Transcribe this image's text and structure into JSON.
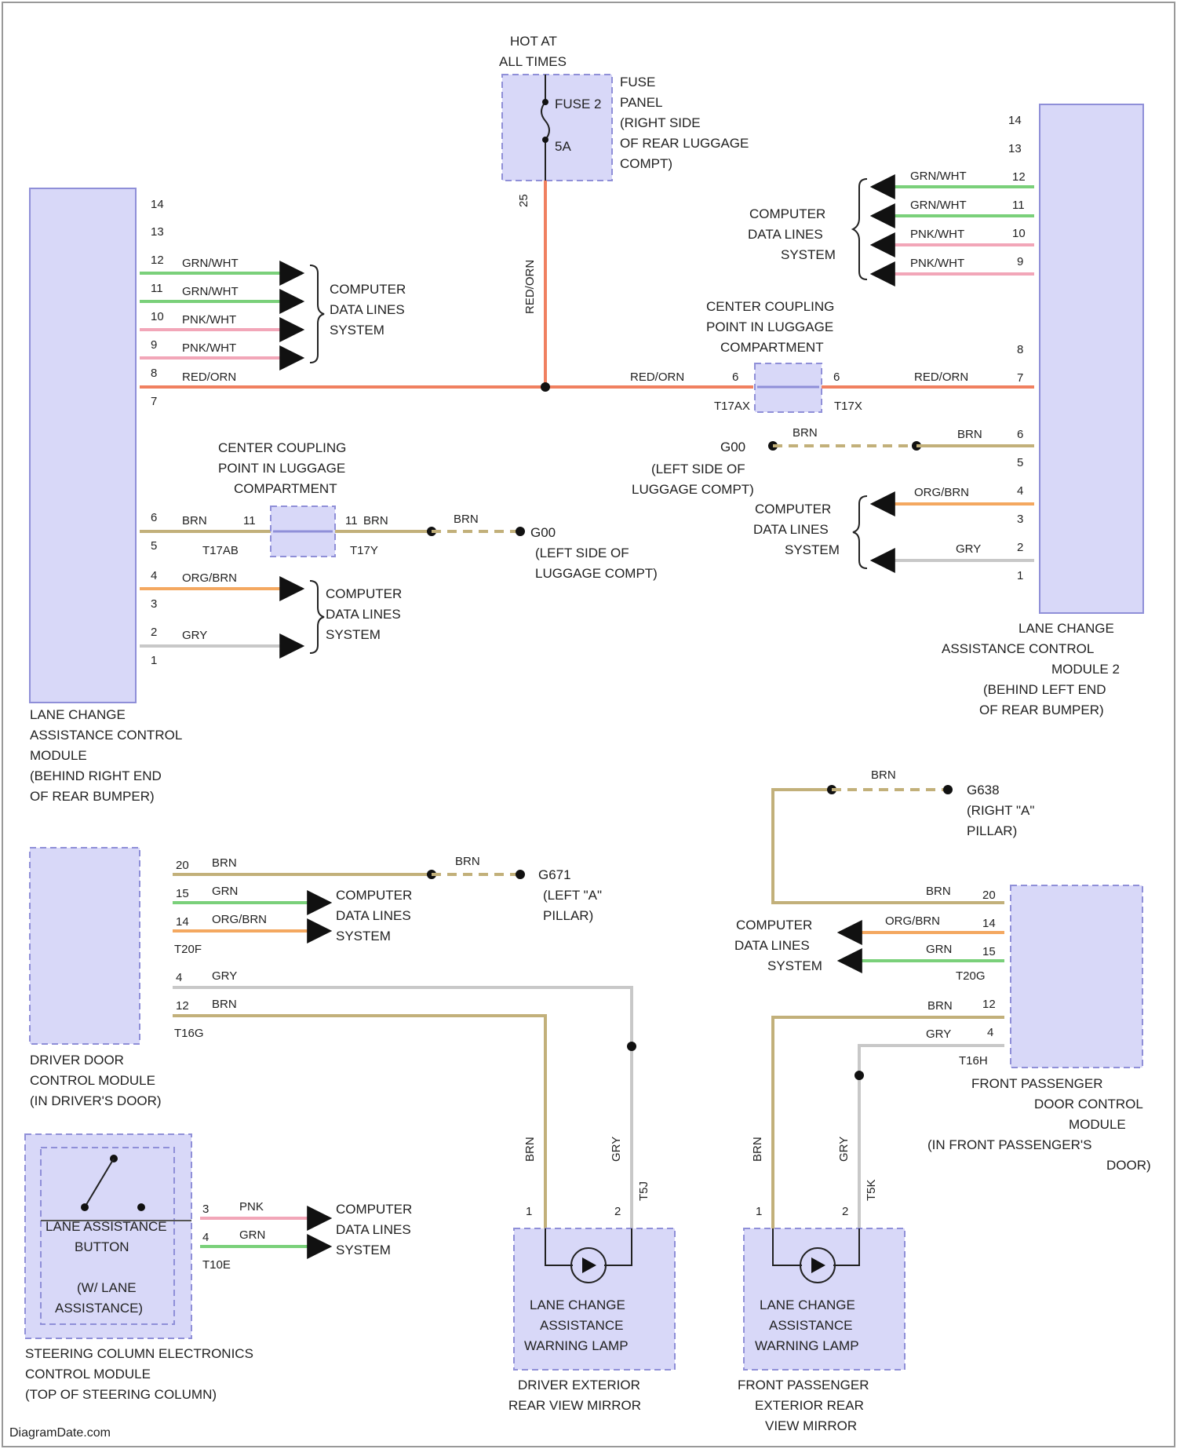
{
  "colors": {
    "red_orn": "#f08060",
    "grn_wht": "#7ad07a",
    "pnk_wht": "#f2a6b8",
    "brn": "#c2b07a",
    "org_brn": "#f4a860",
    "gry": "#c8c8c8",
    "grn": "#7ad07a",
    "pnk": "#f2a6b8",
    "module_fill": "#d8d8f8",
    "module_border": "#8f8fd8"
  },
  "labels": {
    "hot_at_all_times_1": "HOT AT",
    "hot_at_all_times_2": "ALL TIMES",
    "fuse_name": "FUSE 2",
    "fuse_rating": "5A",
    "fuse_panel_1": "FUSE",
    "fuse_panel_2": "PANEL",
    "fuse_panel_3": "(RIGHT SIDE",
    "fuse_panel_4": "OF REAR LUGGAGE",
    "fuse_panel_5": "COMPT)",
    "cdl_1": "COMPUTER",
    "cdl_2": "DATA LINES",
    "cdl_3": "SYSTEM",
    "ccp_1": "CENTER COUPLING",
    "ccp_2": "POINT IN LUGGAGE",
    "ccp_3": "COMPARTMENT",
    "lca1_1": "LANE CHANGE",
    "lca1_2": "ASSISTANCE CONTROL",
    "lca1_3": "MODULE",
    "lca1_4": "(BEHIND RIGHT END",
    "lca1_5": "OF REAR BUMPER)",
    "lca2_1": "LANE CHANGE",
    "lca2_2": "ASSISTANCE CONTROL",
    "lca2_3": "MODULE 2",
    "lca2_4": "(BEHIND LEFT END",
    "lca2_5": "OF REAR BUMPER)",
    "g_left_lug_1": "(LEFT SIDE OF",
    "g_left_lug_2": "LUGGAGE COMPT)",
    "g_id_top": "G00",
    "g_id_mid": "G00",
    "g_right_a_id": "G638",
    "g_right_a_1": "(RIGHT \"A\"",
    "g_right_a_2": "PILLAR)",
    "g_left_a_id": "G671",
    "g_left_a_1": "(LEFT \"A\"",
    "g_left_a_2": "PILLAR)",
    "ddcm_1": "DRIVER DOOR",
    "ddcm_2": "CONTROL MODULE",
    "ddcm_3": "(IN DRIVER'S DOOR)",
    "fpdcm_1": "FRONT PASSENGER",
    "fpdcm_2": "DOOR CONTROL",
    "fpdcm_3": "MODULE",
    "fpdcm_4": "(IN FRONT PASSENGER'S",
    "fpdcm_5": "DOOR)",
    "btn_1": "LANE ASSISTANCE",
    "btn_2": "BUTTON",
    "btn_3": "(W/ LANE",
    "btn_4": "ASSISTANCE)",
    "sccm_1": "STEERING COLUMN ELECTRONICS",
    "sccm_2": "CONTROL MODULE",
    "sccm_3": "(TOP OF STEERING COLUMN)",
    "lamp_1": "LANE CHANGE",
    "lamp_2": "ASSISTANCE",
    "lamp_3": "WARNING LAMP",
    "dmirror_1": "DRIVER EXTERIOR",
    "dmirror_2": "REAR VIEW MIRROR",
    "pmirror_1": "FRONT PASSENGER",
    "pmirror_2": "EXTERIOR REAR",
    "pmirror_3": "VIEW MIRROR",
    "watermark": "DiagramDate.com"
  },
  "wires": {
    "red_orn": "RED/ORN",
    "grn_wht": "GRN/WHT",
    "pnk_wht": "PNK/WHT",
    "brn": "BRN",
    "org_brn": "ORG/BRN",
    "gry": "GRY",
    "grn": "GRN",
    "pnk": "PNK"
  },
  "connectors": {
    "t17ax": "T17AX",
    "t17x": "T17X",
    "t17ab": "T17AB",
    "t17y": "T17Y",
    "t20f": "T20F",
    "t16g": "T16G",
    "t20g": "T20G",
    "t16h": "T16H",
    "t10e": "T10E",
    "t5j": "T5J",
    "t5k": "T5K"
  },
  "pins": {
    "lca1": [
      "14",
      "13",
      "12",
      "11",
      "10",
      "9",
      "8",
      "7",
      "6",
      "5",
      "4",
      "3",
      "2",
      "1"
    ],
    "lca2": [
      "14",
      "13",
      "12",
      "11",
      "10",
      "9",
      "8",
      "7",
      "6",
      "5",
      "4",
      "3",
      "2",
      "1"
    ],
    "fuse_in": "25",
    "cc_top_left": "6",
    "cc_top_right": "6",
    "cc_mid_left": "11",
    "cc_mid_right": "11",
    "dd": [
      "20",
      "15",
      "14",
      "4",
      "12"
    ],
    "fp": [
      "20",
      "14",
      "15",
      "12",
      "4"
    ],
    "btn": [
      "3",
      "4"
    ],
    "lamp": [
      "1",
      "2"
    ]
  }
}
